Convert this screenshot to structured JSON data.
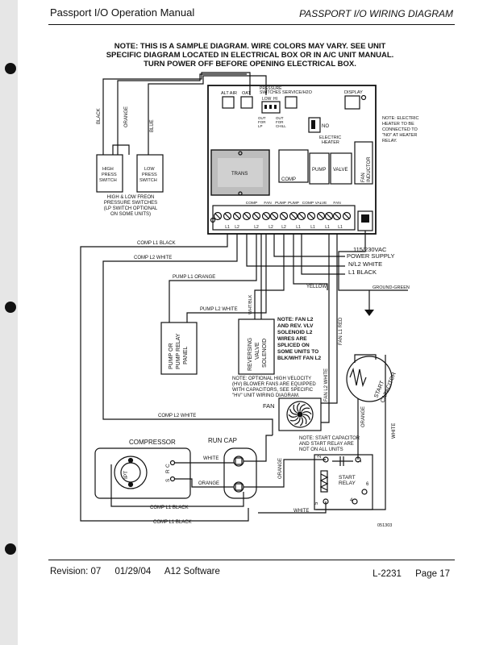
{
  "header": {
    "manual_title": "Passport I/O Operation Manual",
    "diagram_title": "PASSPORT I/O WIRING DIAGRAM"
  },
  "note": {
    "line1": "NOTE: THIS IS A SAMPLE DIAGRAM.  WIRE COLORS MAY VARY.  SEE UNIT",
    "line2": "SPECIFIC DIAGRAM LOCATED IN ELECTRICAL BOX OR IN A/C UNIT MANUAL.",
    "line3": "TURN POWER OFF BEFORE OPENING ELECTRICAL BOX."
  },
  "board": {
    "alt_air": "ALT AIR",
    "oat": "OAT",
    "pressure_switches_1": "PRESSURE",
    "pressure_switches_2": "SWITCHES",
    "low": "LOW",
    "hi": "HI",
    "service_h2o": "SERVICE/H2O",
    "display": "DISPLAY",
    "out_for_lp_1": "OUT",
    "out_for_lp_2": "FOR",
    "out_for_lp_3": "LP",
    "out_for_chill_1": "OUT",
    "out_for_chill_2": "FOR",
    "out_for_chill_3": "CHILL",
    "no": "NO",
    "electric_heater_1": "ELECTRIC",
    "electric_heater_2": "HEATER",
    "trans": "TRANS",
    "comp": "COMP",
    "pump": "PUMP",
    "valve": "VALVE",
    "fan_inductor_1": "FAN",
    "fan_inductor_2": "INDUCTOR",
    "terminal_labels": [
      "COMP",
      "FAN",
      "PUMP",
      "PUMP",
      "COMP",
      "VALVE",
      "FAN"
    ],
    "terminal_bottom": [
      "L1",
      "L2",
      "L2",
      "L2",
      "L2",
      "L1",
      "L1",
      "L1",
      "L1"
    ]
  },
  "heater_note": [
    "NOTE: ELECTRIC",
    "HEATER TO BE",
    "CONNECTED TO",
    "\"NO\" AT HEATER",
    "RELAY."
  ],
  "wires": {
    "black": "BLACK",
    "orange": "ORANGE",
    "blue": "BLUE",
    "comp_l1_black": "COMP L1 BLACK",
    "comp_l2_white": "COMP L2 WHITE",
    "pump_l1_orange": "PUMP L1 ORANGE",
    "pump_l2_white": "PUMP L2 WHITE",
    "yellow": "YELLOW",
    "wht_blk": "WHT/BLK",
    "fan_l1_red": "FAN L1 RED",
    "fan_l2_white": "FAN L2 WHITE",
    "comp_l2_white_lower": "COMP L2 WHITE",
    "white": "WHITE",
    "orange_small": "ORANGE",
    "orange_vert": "ORANGE",
    "white_vert": "WHITE",
    "orange_cap": "ORANGE",
    "comp_l1_black_a": "COMP L1 BLACK",
    "comp_l1_black_b": "COMP L1 BLACK",
    "white_bottom": "WHITE",
    "ground_green": "GROUND-GREEN"
  },
  "switches": {
    "high_1": "HIGH",
    "high_2": "PRESS",
    "high_3": "SWITCH",
    "low_1": "LOW",
    "low_2": "PRESS",
    "low_3": "SWITCH",
    "caption": [
      "HIGH & LOW FREON",
      "PRESSURE SWITCHES",
      "(LP SWITCH OPTIONAL",
      "ON SOME UNITS)"
    ]
  },
  "power": {
    "supply_1": "115/230VAC",
    "supply_2": "POWER SUPPLY",
    "n_l2": "N/L2 WHITE",
    "l1": "L1 BLACK"
  },
  "pump_panel": [
    "PUMP OR",
    "PUMP RELAY",
    "PANEL"
  ],
  "reversing_valve": [
    "REVERSING",
    "VALVE",
    "SOLENOID"
  ],
  "fan_note": [
    "NOTE: FAN L2",
    "AND REV. VLV",
    "SOLENOID L2",
    "WIRES ARE",
    "SPLICED ON",
    "SOME UNITS TO",
    "BLK/WHT FAN L2"
  ],
  "hv_note": [
    "NOTE: OPTIONAL HIGH VELOCITY",
    "(HV) BLOWER FANS ARE EQUIPPED",
    "WITH CAPACITORS, SEE SPECIFIC",
    "\"HV\" UNIT WIRING DIAGRAM."
  ],
  "fan": "FAN",
  "start_capacitor": [
    "START",
    "CAPACITOR"
  ],
  "compressor": "COMPRESSOR",
  "run_cap": "RUN CAP",
  "ipt": "IPT",
  "terminals_csr": [
    "C",
    "S",
    "R"
  ],
  "start_note": [
    "NOTE: START CAPACITOR",
    "AND START RELAY ARE",
    "NOT ON ALL UNITS"
  ],
  "start_relay": [
    "START",
    "RELAY"
  ],
  "relay_pins": [
    "2",
    "1",
    "5",
    "4",
    "6"
  ],
  "figure_id": "051303",
  "footer": {
    "revision": "Revision: 07",
    "date": "01/29/04",
    "software": "A12 Software",
    "doc_id": "L-2231",
    "page": "Page 17"
  }
}
